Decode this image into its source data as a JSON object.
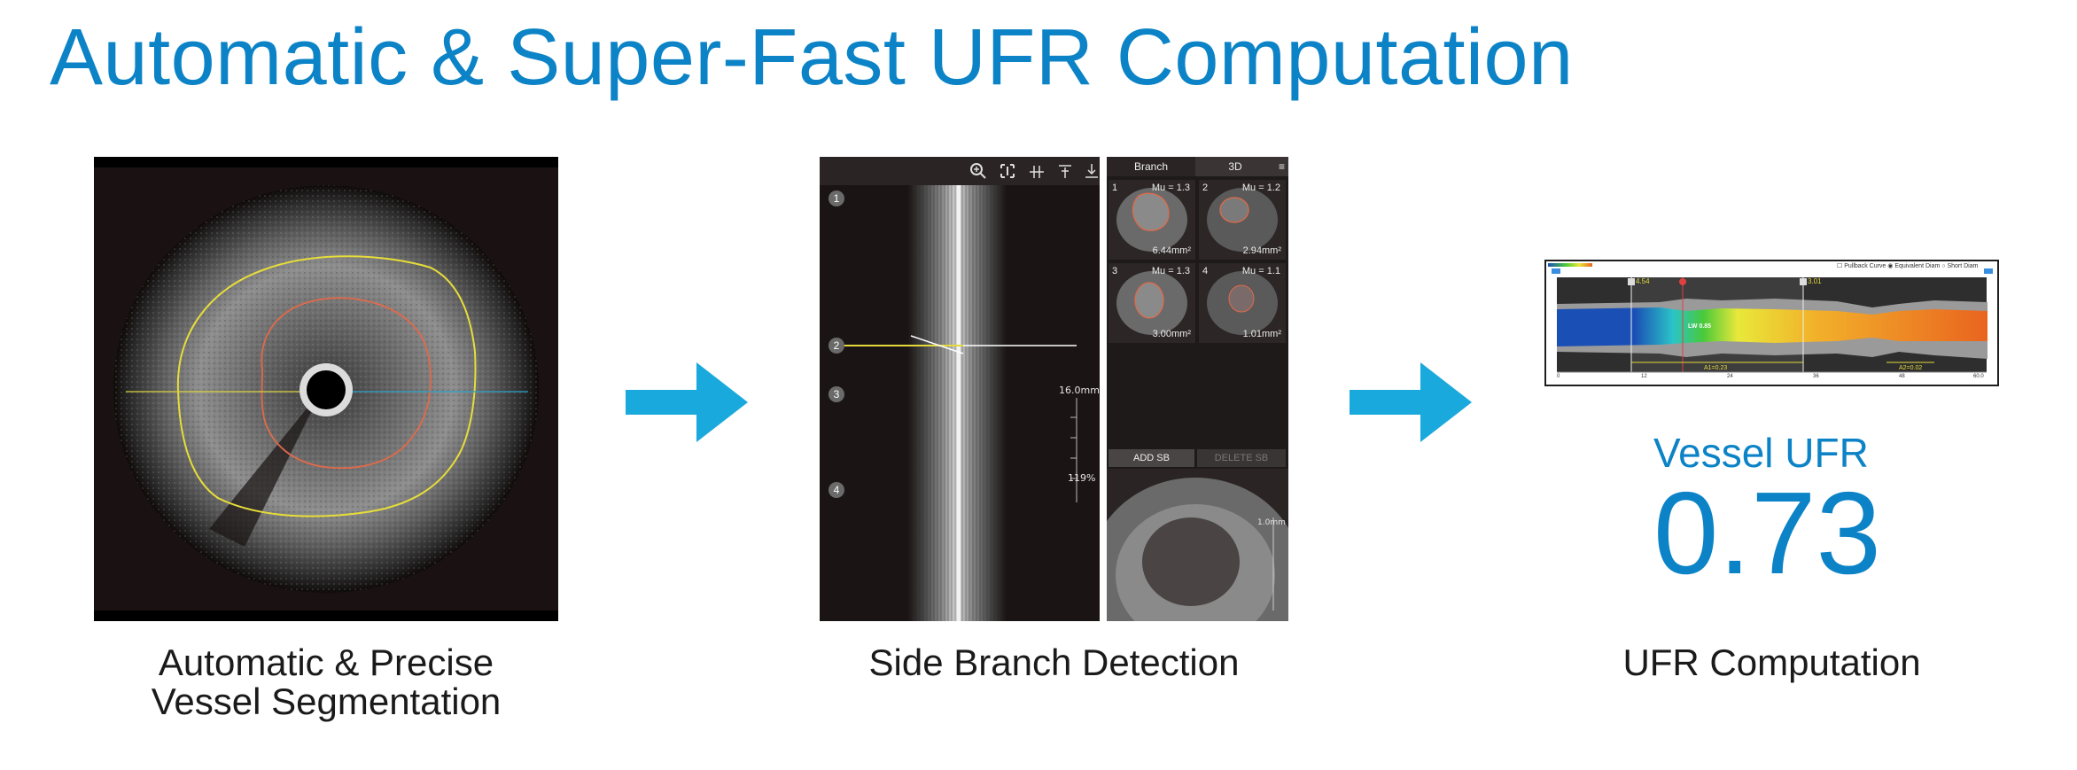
{
  "title": "Automatic & Super-Fast UFR Computation",
  "colors": {
    "accent": "#0b83c6",
    "arrow": "#1aa9dc"
  },
  "segmentation": {
    "caption_line1": "Automatic & Precise",
    "caption_line2": "Vessel Segmentation"
  },
  "side_branch": {
    "caption": "Side Branch Detection",
    "toolbar_icons": [
      "zoom-icon",
      "fit-icon",
      "measure-icon",
      "align-icon",
      "export-icon"
    ],
    "markers": [
      "1",
      "2",
      "3",
      "4"
    ],
    "scale_top": "16.0mm",
    "scale_bottom": "119%",
    "tabs": {
      "branch": "Branch",
      "three_d": "3D"
    },
    "thumbnails": [
      {
        "num": "1",
        "mu": "Mu = 1.3",
        "area": "6.44mm²"
      },
      {
        "num": "2",
        "mu": "Mu = 1.2",
        "area": "2.94mm²"
      },
      {
        "num": "3",
        "mu": "Mu = 1.3",
        "area": "3.00mm²"
      },
      {
        "num": "4",
        "mu": "Mu = 1.1",
        "area": "1.01mm²"
      }
    ],
    "add_sb": "ADD SB",
    "delete_sb": "DELETE SB",
    "bottom_scale": "1.0mm"
  },
  "ufr": {
    "caption": "UFR Computation",
    "vessel_label": "Vessel UFR",
    "vessel_value": "0.73",
    "legend": {
      "pullback": "Pullback Curve",
      "equivalent": "Equivalent Diam",
      "short": "Short Diam"
    },
    "markers": {
      "p": "4.54",
      "d": "3.01",
      "lw": "LW 0.85"
    },
    "segments": {
      "a1": "A1=0.23",
      "a2": "A2=0.02"
    },
    "x_ticks": [
      "0",
      "12",
      "24",
      "36",
      "48",
      "60.0"
    ]
  }
}
